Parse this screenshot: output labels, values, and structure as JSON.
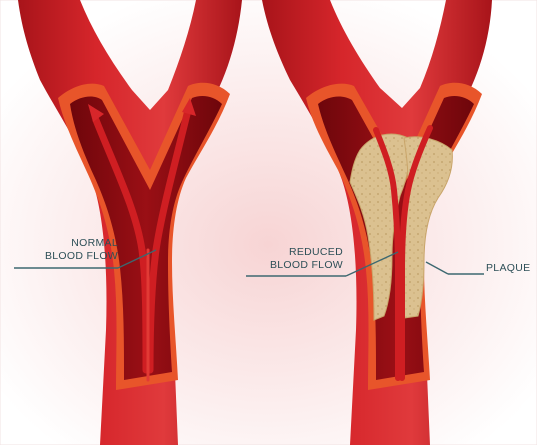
{
  "labels": {
    "normal": [
      "NORMAL",
      "BLOOD FLOW"
    ],
    "reduced": [
      "REDUCED",
      "BLOOD FLOW"
    ],
    "plaque": "PLAQUE"
  },
  "colors": {
    "background_glow": "#f7d4d4",
    "artery_outer": "#c81e24",
    "artery_wall": "#e24a1f",
    "lumen_dark": "#8e0a10",
    "flow_stream": "#cf1e22",
    "plaque": "#d9bf8c",
    "label_text": "#2d4f57",
    "leader_line": "#3d6870"
  },
  "icons": [
    "flow-arrow-icon",
    "plaque-deposit-icon"
  ]
}
